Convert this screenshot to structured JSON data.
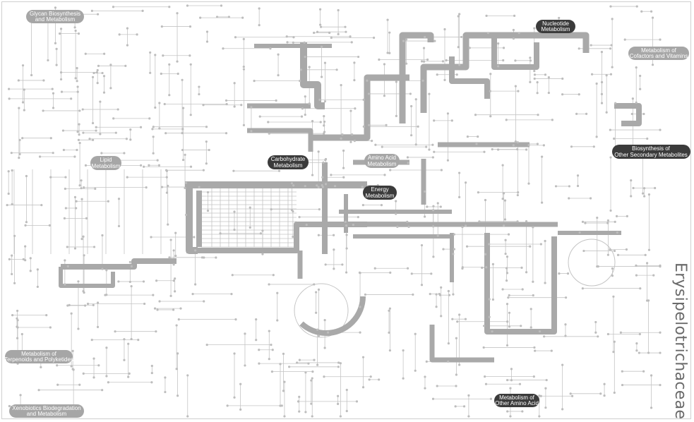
{
  "organism_label": "Erysipelotrichaceae",
  "category_labels": [
    {
      "id": "glycan",
      "lines": [
        "Glycan Biosynthesis",
        "and Metabolism"
      ],
      "style": "light"
    },
    {
      "id": "nucleotide",
      "lines": [
        "Nucleotide",
        "Metabolism"
      ],
      "style": "dark"
    },
    {
      "id": "cofactors",
      "lines": [
        "Metabolism of",
        "Cofactors and Vitamins"
      ],
      "style": "light"
    },
    {
      "id": "lipid",
      "lines": [
        "Lipid",
        "Metabolism"
      ],
      "style": "light"
    },
    {
      "id": "carbohydrate",
      "lines": [
        "Carbohydrate",
        "Metabolism"
      ],
      "style": "dark"
    },
    {
      "id": "aminoacid",
      "lines": [
        "Amino Acid",
        "Metabolism"
      ],
      "style": "light"
    },
    {
      "id": "energy",
      "lines": [
        "Energy",
        "Metabolism"
      ],
      "style": "dark"
    },
    {
      "id": "secondary",
      "lines": [
        "Biosynthesis of",
        "Other Secondary Metabolites"
      ],
      "style": "dark"
    },
    {
      "id": "terpenoids",
      "lines": [
        "Metabolism of",
        "Terpenoids and Polyketides"
      ],
      "style": "light"
    },
    {
      "id": "xenobiotics",
      "lines": [
        "Xenobiotics Biodegradation",
        "and Metabolism"
      ],
      "style": "light"
    },
    {
      "id": "otheraa",
      "lines": [
        "Metabolism of",
        "Other Amino Acid"
      ],
      "style": "dark"
    }
  ],
  "colors": {
    "highlight_path": "#a9a9a9",
    "thin_path": "#c4c4c4",
    "node": "#bdbdbd",
    "pill_dark": "#3b3b3b",
    "pill_light": "#a6a6a6"
  }
}
